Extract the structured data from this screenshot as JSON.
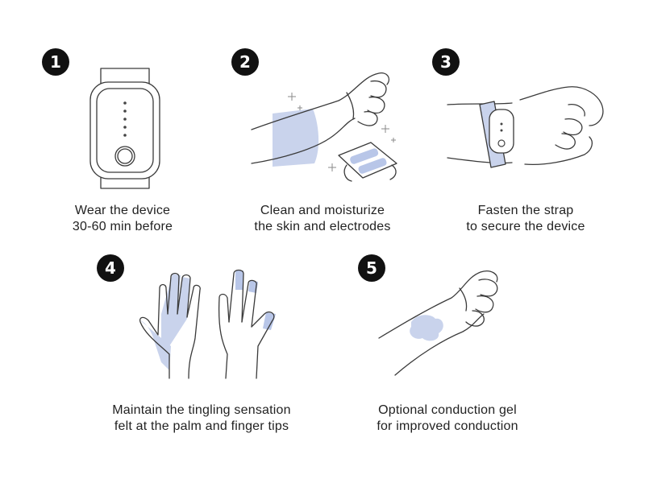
{
  "steps": [
    {
      "number": "1",
      "caption": [
        "Wear the device",
        "30-60 min before"
      ]
    },
    {
      "number": "2",
      "caption": [
        "Clean and moisturize",
        "the skin and electrodes"
      ]
    },
    {
      "number": "3",
      "caption": [
        "Fasten the strap",
        "to secure the device"
      ]
    },
    {
      "number": "4",
      "caption": [
        "Maintain the tingling sensation",
        "felt at the palm and finger tips"
      ]
    },
    {
      "number": "5",
      "caption": [
        "Optional conduction gel",
        "for improved conduction"
      ]
    }
  ],
  "colors": {
    "badge": "#111111",
    "highlight": "#c9d3ec",
    "line": "#3a3a3a"
  },
  "icons": [
    "device-icon",
    "hand-cleaning-icon",
    "strap-wrist-icon",
    "tingling-hands-icon",
    "gel-wrist-icon"
  ]
}
